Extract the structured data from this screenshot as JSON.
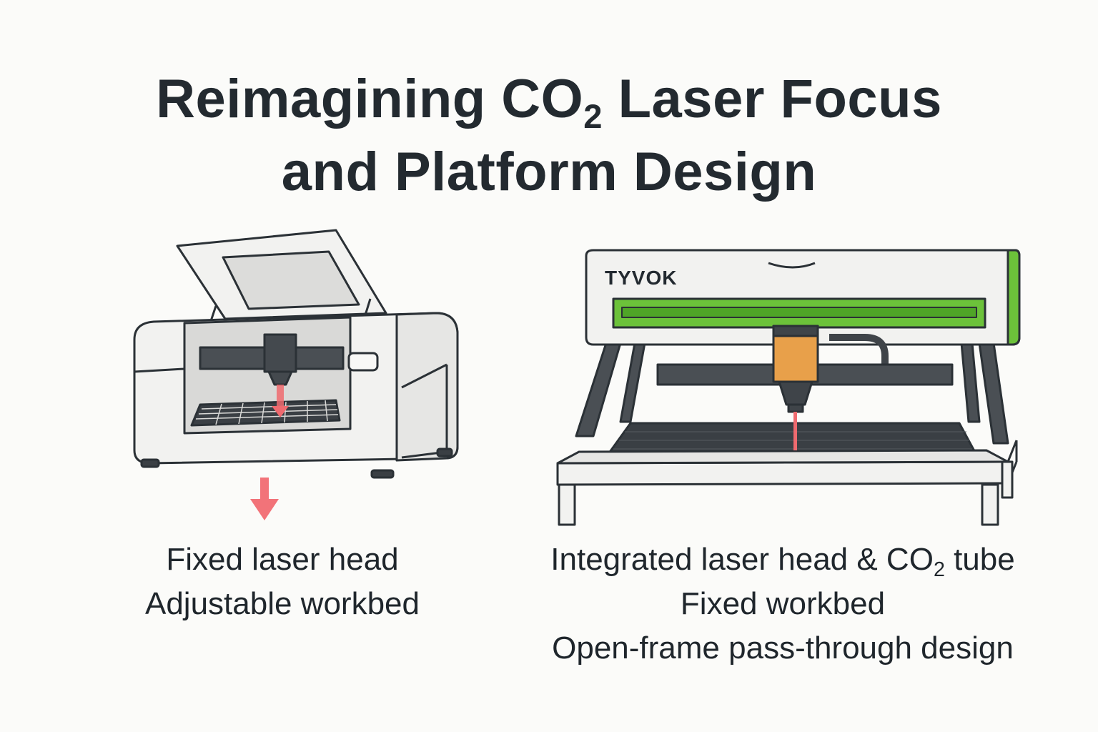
{
  "title": {
    "line1_pre": "Reimagining CO",
    "line1_sub": "2",
    "line1_post": " Laser Focus",
    "line2": "and Platform Design"
  },
  "left": {
    "caption_line1": "Fixed laser head",
    "caption_line2": "Adjustable workbed"
  },
  "right": {
    "brand": "TYVOK",
    "caption_line1_pre": "Integrated laser head & CO",
    "caption_line1_sub": "2",
    "caption_line1_post": " tube",
    "caption_line2": "Fixed workbed",
    "caption_line3": "Open-frame pass-through design"
  },
  "colors": {
    "outline": "#2b3136",
    "laser": "#ef6a6f",
    "accent_green": "#6cc23a",
    "head_orange": "#e8a04a",
    "body_white": "#f2f2f0",
    "interior_gray": "#d9d9d7",
    "bed_dark": "#3a3f44"
  }
}
